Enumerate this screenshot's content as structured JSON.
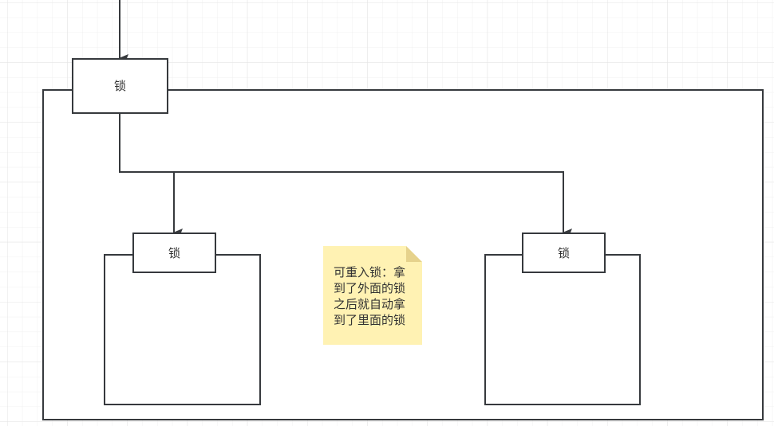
{
  "diagram": {
    "type": "flowchart",
    "background": "grid",
    "colors": {
      "stroke": "#36393d",
      "grid_minor": "#f0f0f0",
      "grid_major": "#e4e4e4",
      "note_fill": "#fff2b3",
      "note_fold": "#e6d28c",
      "text": "#333333"
    },
    "nodes": {
      "outer_lock": {
        "label": "锁"
      },
      "outer_container": {
        "label": ""
      },
      "left_lock": {
        "label": "锁"
      },
      "left_container": {
        "label": ""
      },
      "right_lock": {
        "label": "锁"
      },
      "right_container": {
        "label": ""
      }
    },
    "note": {
      "lines": [
        "可重入锁：拿",
        "到了外面的锁",
        "之后就自动拿",
        "到了里面的锁"
      ]
    },
    "edges": [
      {
        "from": "top",
        "to": "outer_lock"
      },
      {
        "from": "outer_lock",
        "to": "left_lock"
      },
      {
        "from": "outer_lock",
        "to": "right_lock"
      }
    ]
  }
}
